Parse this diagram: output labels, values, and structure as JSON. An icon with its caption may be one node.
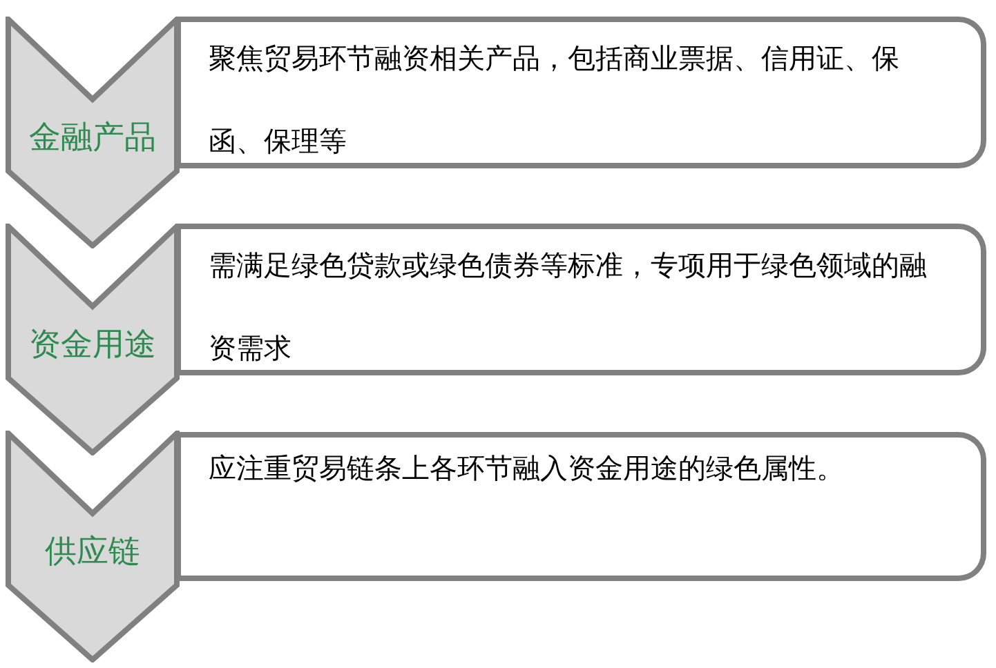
{
  "diagram": {
    "nodes": [
      {
        "text": [
          "金融产品"
        ]
      },
      {
        "text": [
          "聚焦贸易环节融资相关产品，包括商业票据、信用证、保函、保理等"
        ]
      },
      {
        "text": [
          "资金用途"
        ]
      },
      {
        "text": [
          "需满足绿色贷款或绿色债券等标准，专项用于绿色领域的融资需求"
        ]
      },
      {
        "text": [
          "供应链"
        ]
      },
      {
        "text": [
          "应注重贸易链条上各环节融入资金用途的绿色属性。"
        ]
      }
    ]
  }
}
